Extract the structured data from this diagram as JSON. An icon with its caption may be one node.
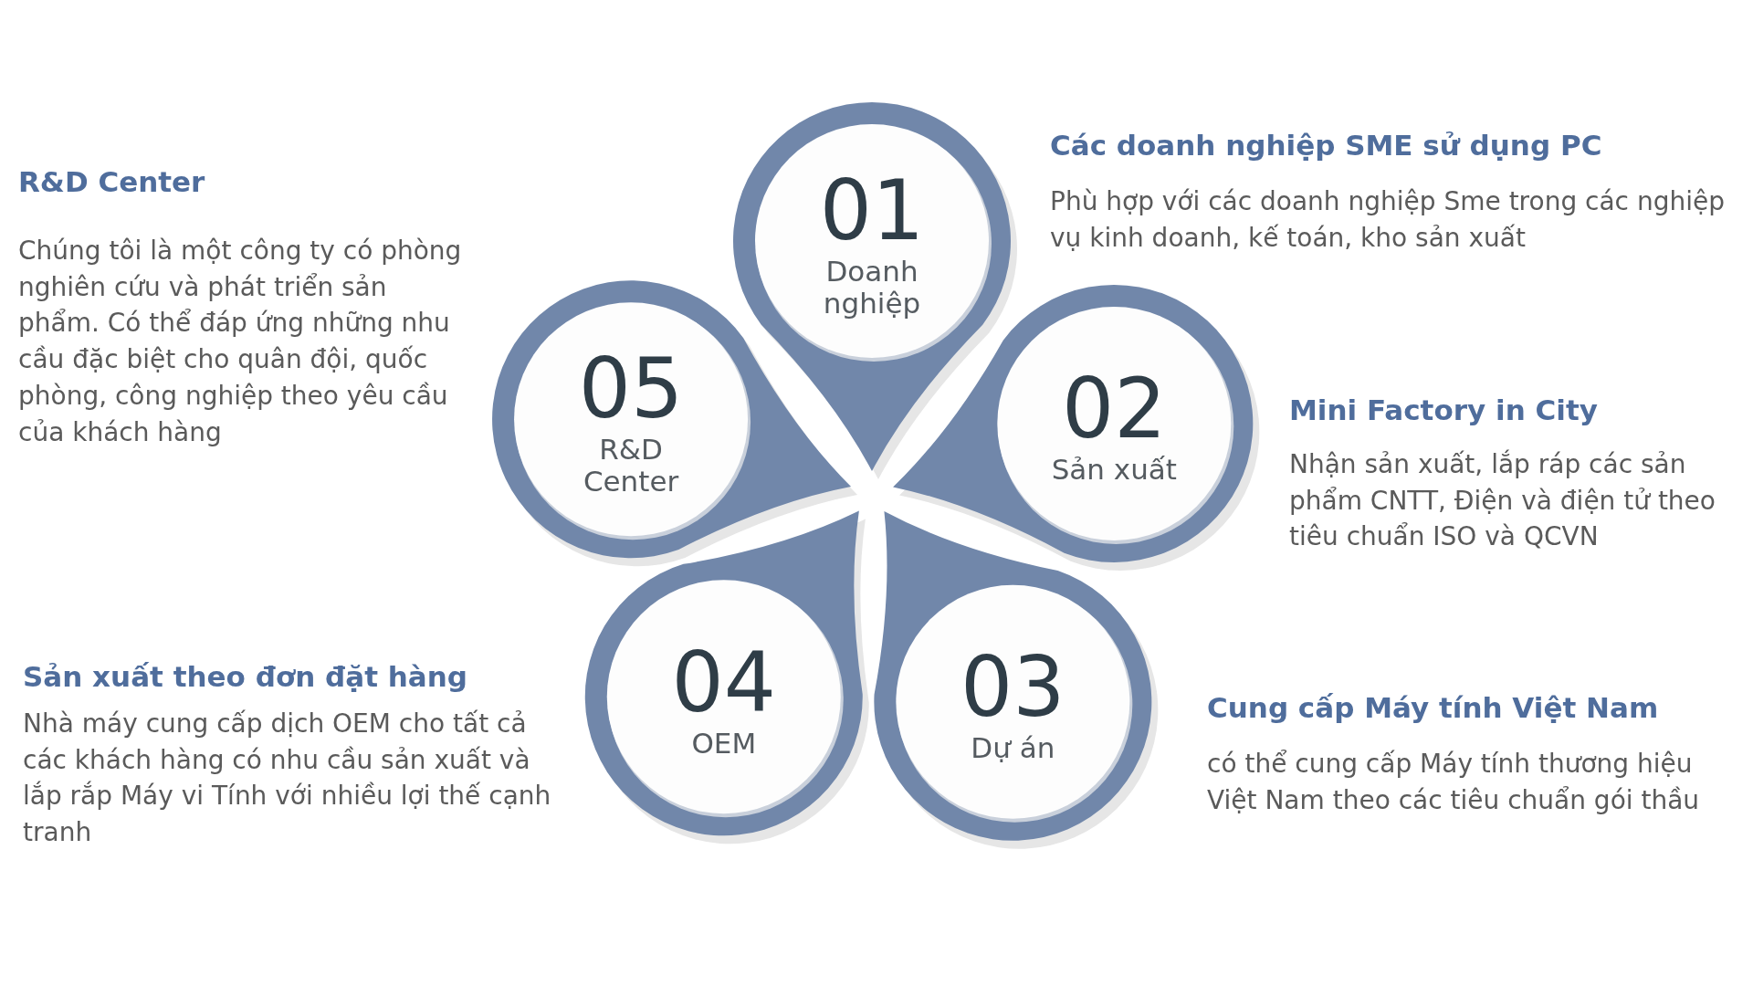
{
  "diagram": {
    "nodes": [
      {
        "text": [
          "01",
          "Doanh nghiệp"
        ],
        "beside": [
          "Các doanh nghiệp SME sử dụng PC",
          "Phù hợp với các doanh nghiệp Sme trong các nghiệp vụ kinh doanh, kế toán, kho sản xuất"
        ]
      },
      {
        "text": [
          "02",
          "Sản xuất"
        ],
        "beside": [
          "Mini Factory in City",
          "Nhận sản xuất, lắp ráp các sản phẩm CNTT, Điện và điện tử theo tiêu chuẩn ISO và QCVN"
        ]
      },
      {
        "text": [
          "03",
          "Dự án"
        ],
        "beside": [
          "Cung cấp Máy tính Việt Nam",
          "có thể cung cấp Máy tính thương hiệu Việt Nam theo các tiêu chuẩn gói thầu"
        ]
      },
      {
        "text": [
          "04",
          "OEM"
        ],
        "beside": [
          "Sản xuất theo đơn đặt hàng",
          "Nhà máy cung cấp dịch OEM cho tất cả các khách hàng có nhu cầu sản xuất và lắp rắp Máy vi Tính với nhiều lợi thế cạnh tranh"
        ]
      },
      {
        "text": [
          "05",
          "R&D Center"
        ],
        "beside": [
          "R&D Center",
          "Chúng tôi là một công ty có phòng nghiên cứu và phát triển sản phẩm. Có thể đáp ứng những nhu cầu đặc biệt cho quân đội, quốc phòng, công nghiệp theo yêu cầu của khách hàng"
        ]
      }
    ]
  }
}
